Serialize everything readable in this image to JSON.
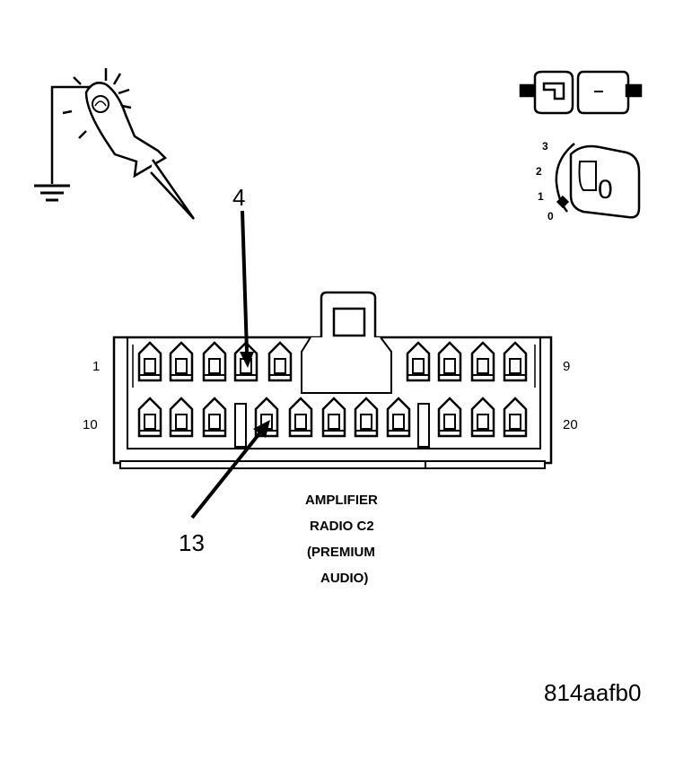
{
  "callouts": {
    "pin_a": "4",
    "pin_b": "13"
  },
  "pin_numbers": {
    "top_left": "1",
    "top_right": "9",
    "bottom_left": "10",
    "bottom_right": "20"
  },
  "connector_caption": {
    "line1": "AMPLIFIER",
    "line2": "RADIO C2",
    "line3": "(PREMIUM",
    "line4": "AUDIO)"
  },
  "ignition_positions": [
    "3",
    "2",
    "1",
    "0"
  ],
  "ignition_key_glyph": "0",
  "figure_id": "814aafb0",
  "icons": {
    "probe": "test-probe-ground-icon",
    "connector_state": "connector-disconnected-icon",
    "ignition": "ignition-switch-off-icon"
  }
}
